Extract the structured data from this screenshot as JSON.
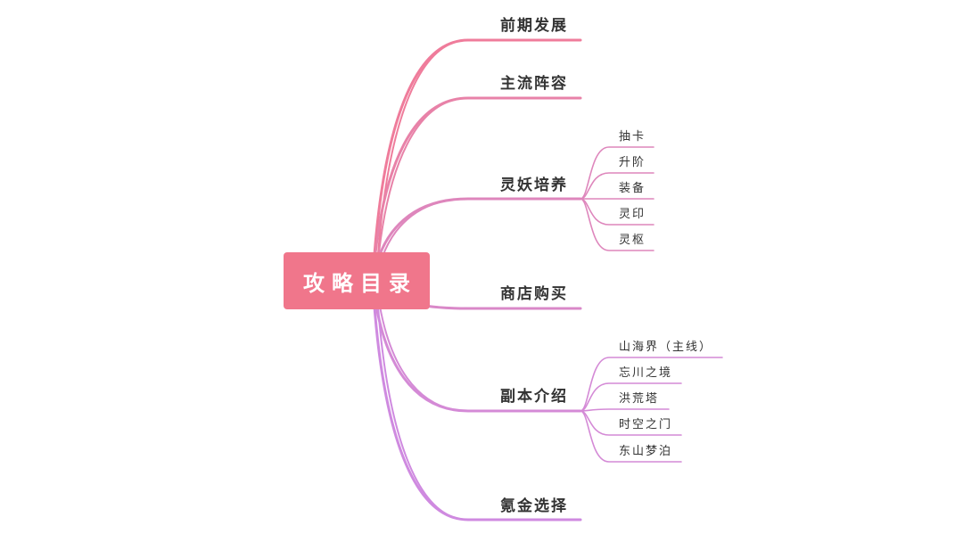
{
  "mindmap": {
    "root": {
      "label": "攻略目录",
      "color": "#f0768b"
    },
    "branches": [
      {
        "label": "前期发展",
        "color": "#ef7c9b",
        "children": []
      },
      {
        "label": "主流阵容",
        "color": "#e882a8",
        "children": []
      },
      {
        "label": "灵妖培养",
        "color": "#de86bc",
        "children": [
          "抽卡",
          "升阶",
          "装备",
          "灵印",
          "灵枢"
        ]
      },
      {
        "label": "商店购买",
        "color": "#d988c8",
        "children": []
      },
      {
        "label": "副本介绍",
        "color": "#d48ad6",
        "children": [
          "山海界（主线）",
          "忘川之境",
          "洪荒塔",
          "时空之门",
          "东山梦泊"
        ]
      },
      {
        "label": "氪金选择",
        "color": "#cf8ae0",
        "children": []
      }
    ]
  }
}
